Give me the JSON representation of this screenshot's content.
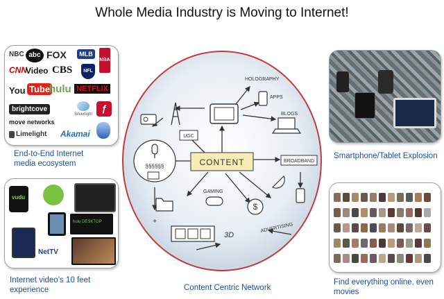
{
  "title": "Whole Media Industry is Moving to Internet!",
  "captions": {
    "ecosystem_line1": "End-to-End Internet",
    "ecosystem_line2": "media ecosystem",
    "video_line1": "Internet video’s 10 feet",
    "video_line2": "experience",
    "network": "Content Centric Network",
    "smartphone": "Smartphone/Tablet Explosion",
    "online_line1": "Find everything online, even",
    "online_line2": "movies"
  },
  "logos": {
    "nbc": "NBC",
    "abc": "abc",
    "fox": "FOX",
    "mlb": "MLB",
    "nba": "NBA",
    "cnn": "CNN",
    "video": "Video",
    "cbs": "CBS",
    "nfl": "NFL",
    "youtube_you": "You",
    "youtube_tube": "Tube",
    "hulu": "hulu",
    "netflix": "NETFLIX",
    "brightcove": "brightcove",
    "silverlight": "Silverlight",
    "move_networks": "move networks",
    "limelight": "Limelight",
    "akamai": "Akamai"
  },
  "devices": {
    "vudu": "vudu",
    "hulu_desktop": "hulu DESKTOP",
    "nettv": "NetTV"
  },
  "network": {
    "center": "CONTENT",
    "holography": "HOLOGRAPHY",
    "apps": "APPS",
    "blogs": "BLOGS",
    "ugc": "UGC",
    "broadband": "BROADBAND",
    "gaming": "GAMING",
    "advertising": "ADVERTISING",
    "threed": "3D"
  },
  "colors": {
    "caption": "#1a4fa0",
    "card_border": "#9aa0a8",
    "sphere_edge": "#c23a3a",
    "sphere_fill": "#e8eef5",
    "content_box": "#f7ecb5"
  }
}
